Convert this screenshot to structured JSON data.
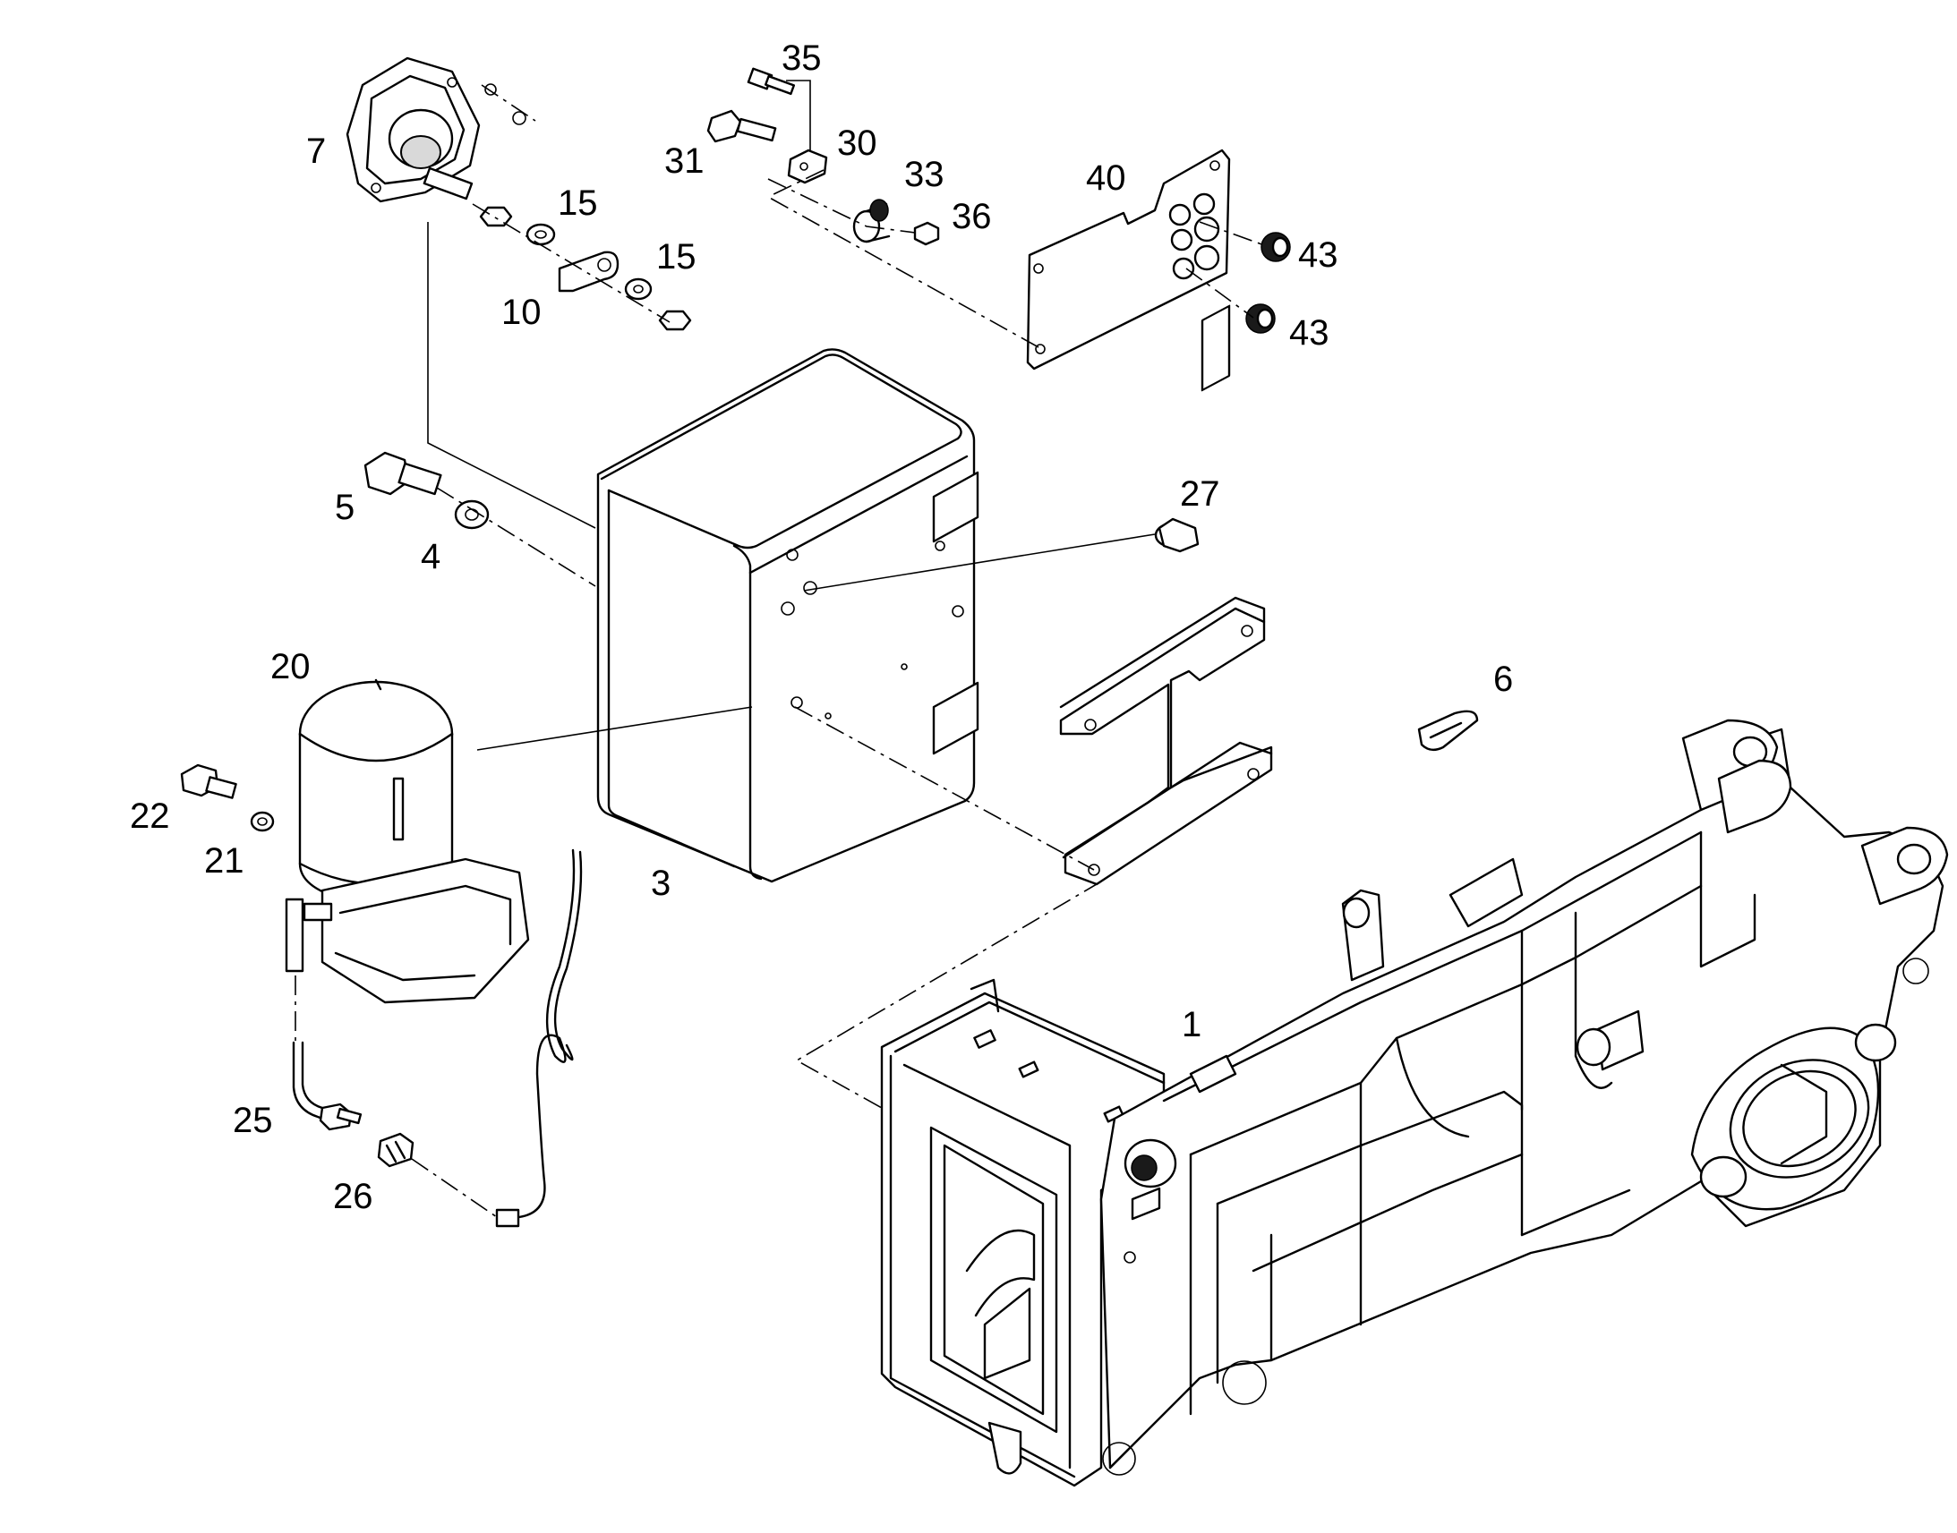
{
  "diagram": {
    "callouts": [
      "1",
      "3",
      "4",
      "5",
      "6",
      "7",
      "10",
      "15",
      "15",
      "20",
      "21",
      "22",
      "25",
      "26",
      "27",
      "30",
      "31",
      "33",
      "35",
      "36",
      "40",
      "43",
      "43"
    ]
  },
  "colors": {
    "line": "#000000",
    "background": "#ffffff"
  }
}
